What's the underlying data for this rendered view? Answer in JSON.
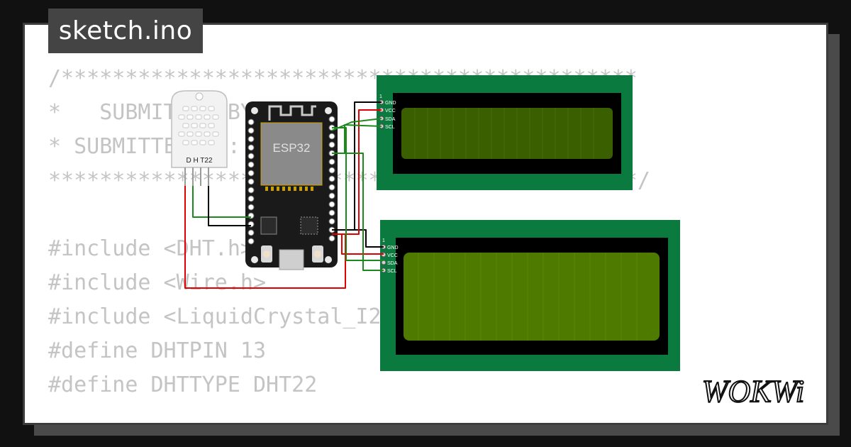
{
  "tab": {
    "title": "sketch.ino"
  },
  "code": {
    "lines": [
      "/*********************************************",
      "*   SUBMITTED BY: ",
      "* SUBMITTED TO: ",
      "**********************************************/",
      "",
      "#include <DHT.h>",
      "#include <Wire.h>",
      "#include <LiquidCrystal_I2C.h>",
      "#define DHTPIN 13",
      "#define DHTTYPE DHT22"
    ]
  },
  "board": {
    "label": "ESP32"
  },
  "sensor": {
    "label": "D H T22"
  },
  "lcd1": {
    "pin_index": "1",
    "pins": [
      "GND",
      "VCC",
      "SDA",
      "SCL"
    ]
  },
  "lcd2": {
    "pin_index": "1",
    "pins": [
      "GND",
      "VCC",
      "SDA",
      "SCL"
    ]
  },
  "logo": {
    "text": "WOKWi"
  },
  "colors": {
    "pcb_green": "#0a7a3e",
    "lcd_screen": "#3a5f00",
    "wire_red": "#e00000",
    "wire_green": "#1b8a1b",
    "wire_black": "#000000"
  }
}
